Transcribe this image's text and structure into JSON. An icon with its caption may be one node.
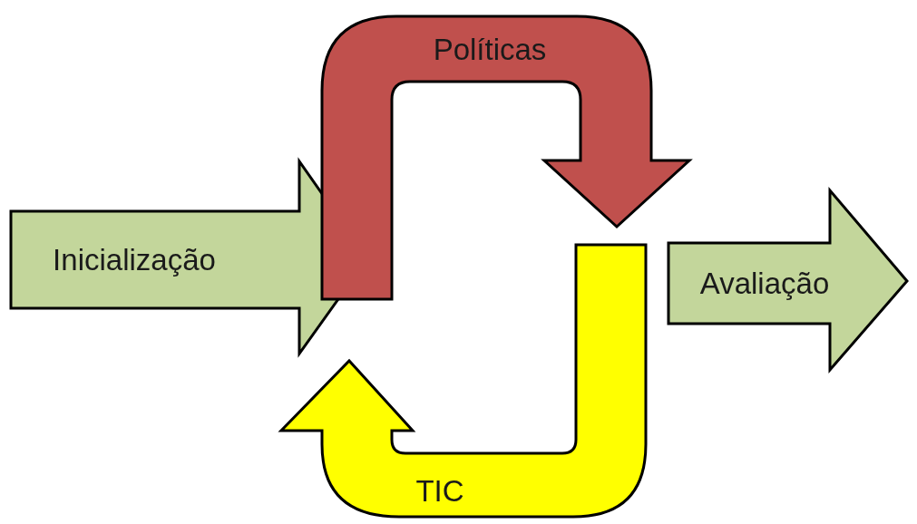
{
  "diagram": {
    "nodes": [
      {
        "text": [
          "Inicialização"
        ]
      },
      {
        "text": [
          "Políticas"
        ]
      },
      {
        "text": [
          "TIC"
        ]
      },
      {
        "text": [
          "Avaliação"
        ]
      }
    ]
  }
}
